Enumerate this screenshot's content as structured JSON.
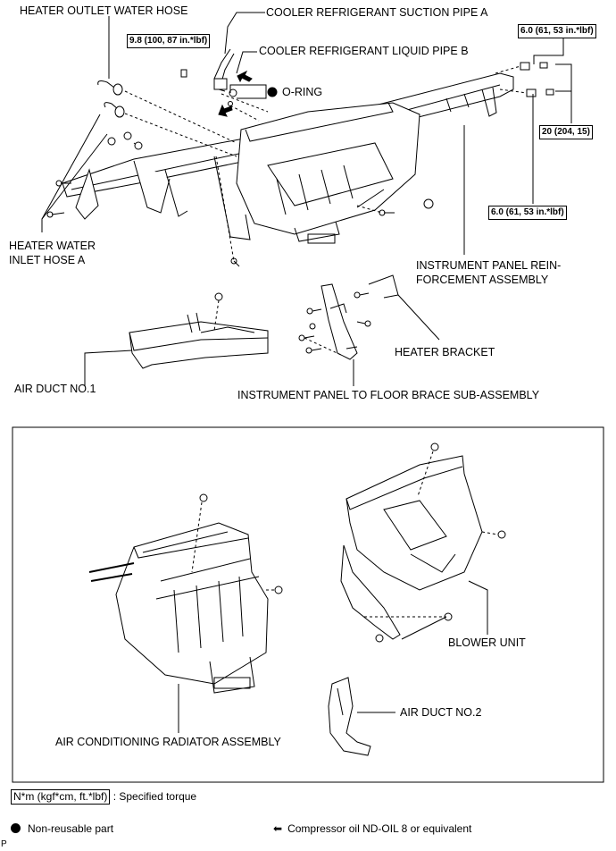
{
  "labels": {
    "heater_outlet_water_hose": "HEATER OUTLET WATER HOSE",
    "cooler_suction_pipe_a": "COOLER REFRIGERANT SUCTION PIPE A",
    "cooler_liquid_pipe_b": "COOLER REFRIGERANT LIQUID PIPE B",
    "o_ring": "O-RING",
    "heater_water_inlet_hose_a_line1": "HEATER WATER",
    "heater_water_inlet_hose_a_line2": "INLET HOSE A",
    "ip_reinforcement_line1": "INSTRUMENT PANEL REIN-",
    "ip_reinforcement_line2": "FORCEMENT ASSEMBLY",
    "heater_bracket": "HEATER BRACKET",
    "air_duct_no1": "AIR DUCT NO.1",
    "ip_floor_brace": "INSTRUMENT PANEL TO FLOOR BRACE SUB-ASSEMBLY",
    "blower_unit": "BLOWER UNIT",
    "air_duct_no2": "AIR DUCT NO.2",
    "ac_radiator_assembly": "AIR CONDITIONING RADIATOR ASSEMBLY"
  },
  "torques": {
    "t_9_8": "9.8 (100, 87 in.*lbf)",
    "t_6_0_top": "6.0 (61, 53 in.*lbf)",
    "t_20": "20 (204, 15)",
    "t_6_0_bottom": "6.0 (61, 53 in.*lbf)"
  },
  "legend": {
    "torque_box": "N*m (kgf*cm, ft.*lbf)",
    "torque_desc": ": Specified torque",
    "non_reusable": "Non-reusable part",
    "compressor_oil": "Compressor oil ND-OIL 8 or equivalent"
  },
  "corner_mark": "P"
}
